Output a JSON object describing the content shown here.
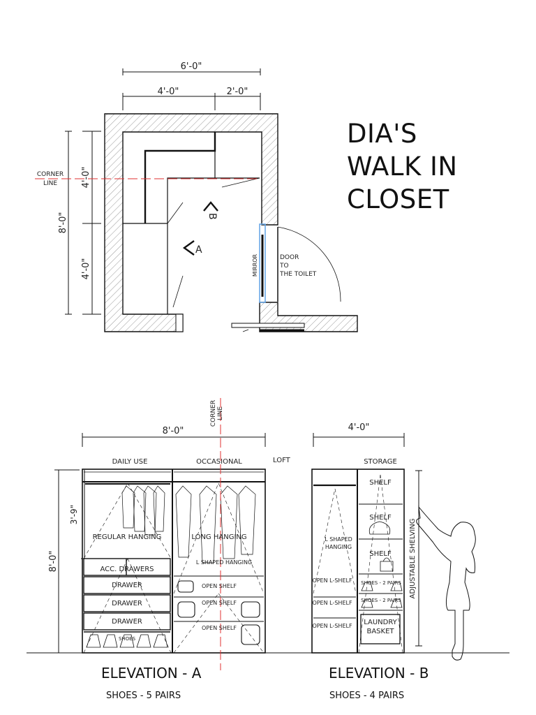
{
  "title": {
    "line1": "DIA'S",
    "line2": "WALK IN",
    "line3": "CLOSET"
  },
  "plan": {
    "dim_total_width": "6'-0\"",
    "dim_left_width": "4'-0\"",
    "dim_right_width": "2'-0\"",
    "dim_total_height": "8'-0\"",
    "dim_upper_height": "4'-0\"",
    "dim_lower_height": "4'-0\"",
    "corner_line_1": "CORNER",
    "corner_line_2": "LINE",
    "marker_a": "A",
    "marker_b": "B",
    "mirror_label": "MIRROR",
    "door_line_1": "DOOR",
    "door_line_2": "TO",
    "door_line_3": "THE TOILET"
  },
  "elevation_a": {
    "caption": "ELEVATION - A",
    "shoes": "SHOES - 5 PAIRS",
    "dim_width": "8'-0\"",
    "dim_height": "8'-0\"",
    "dim_hanging": "3'-9\"",
    "corner_1": "CORNER",
    "corner_2": "LINE",
    "zone_daily": "DAILY USE",
    "zone_occasional": "OCCASIONAL",
    "loft": "LOFT",
    "regular_hanging": "REGULAR HANGING",
    "long_hanging": "LONG HANGING",
    "l_shaped_hanging": "L SHAPED HANGING",
    "acc_drawers": "ACC. DRAWERS",
    "drawer_1": "DRAWER",
    "drawer_2": "DRAWER",
    "drawer_3": "DRAWER",
    "shoes_label": "SHOES",
    "open_shelf_1": "OPEN SHELF",
    "open_shelf_2": "OPEN SHELF",
    "open_shelf_3": "OPEN SHELF"
  },
  "elevation_b": {
    "caption": "ELEVATION - B",
    "shoes": "SHOES - 4 PAIRS",
    "dim_width": "4'-0\"",
    "zone_storage": "STORAGE",
    "l_shaped_1": "L SHAPED",
    "l_shaped_2": "HANGING",
    "open_l_shelf_1": "OPEN L-SHELF",
    "open_l_shelf_2": "OPEN L-SHELF",
    "open_l_shelf_3": "OPEN L-SHELF",
    "shelf_1": "SHELF",
    "shelf_2": "SHELF",
    "shelf_3": "SHELF",
    "shoes_row_1": "SHOES - 2 PAIRS",
    "shoes_row_2": "SHOES - 2 PAIRS",
    "laundry_1": "LAUNDRY",
    "laundry_2": "BASKET",
    "adjustable": "ADJUSTABLE SHELVING"
  },
  "colors": {
    "line": "#111111",
    "corner_line": "#e03030",
    "door_frame": "#6aa8e8",
    "hatch": "#999999"
  }
}
